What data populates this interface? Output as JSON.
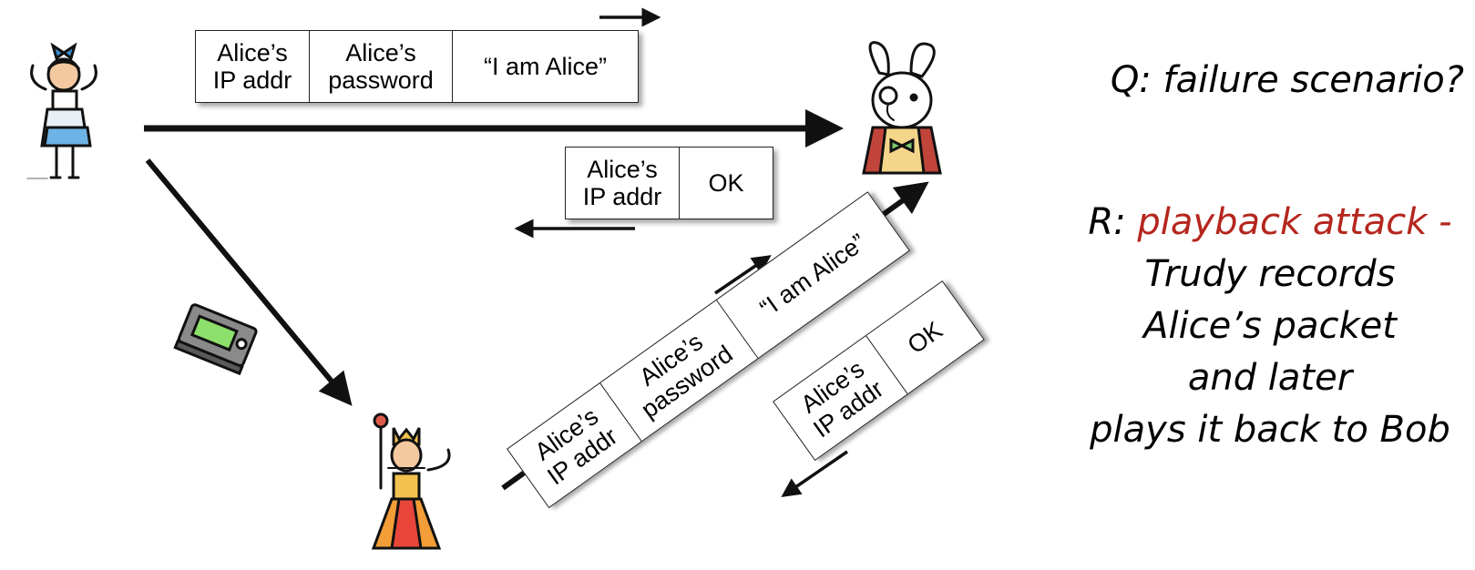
{
  "packet_top": {
    "ip": [
      "Alice’s",
      "IP addr"
    ],
    "password": [
      "Alice’s",
      "password"
    ],
    "message": "“I am Alice”"
  },
  "reply_top": {
    "ip": [
      "Alice’s",
      "IP addr"
    ],
    "ok": "OK"
  },
  "packet_replay": {
    "ip": [
      "Alice’s",
      "IP addr"
    ],
    "password": [
      "Alice’s",
      "password"
    ],
    "message": "“I am Alice”"
  },
  "reply_replay": {
    "ip": [
      "Alice’s",
      "IP addr"
    ],
    "ok": "OK"
  },
  "question": "Q: failure scenario?",
  "answer": {
    "prefix": "R: ",
    "highlight": "playback attack -",
    "lines": [
      "Trudy records",
      "Alice’s packet",
      "and later",
      "plays it back to Bob"
    ]
  },
  "colors": {
    "highlight": "#b5261e",
    "ink": "#111111"
  },
  "icons": [
    "alice-icon",
    "bob-rabbit-icon",
    "trudy-queen-icon",
    "tape-recorder-icon"
  ]
}
